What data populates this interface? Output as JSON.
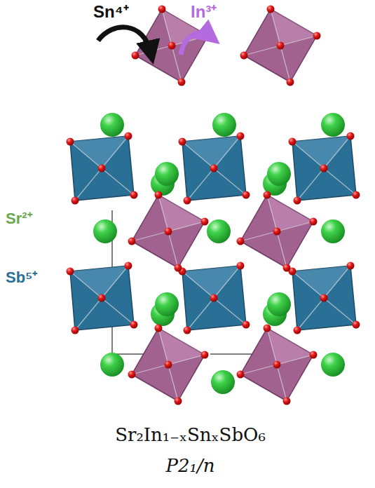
{
  "diagram": {
    "labels": [
      "Sn⁴⁺",
      "In³⁺",
      "Sr²⁺",
      "Sb⁵⁺",
      "Sr₂In₁₋ₓSnₓSbO₆",
      "P2₁/n"
    ]
  }
}
